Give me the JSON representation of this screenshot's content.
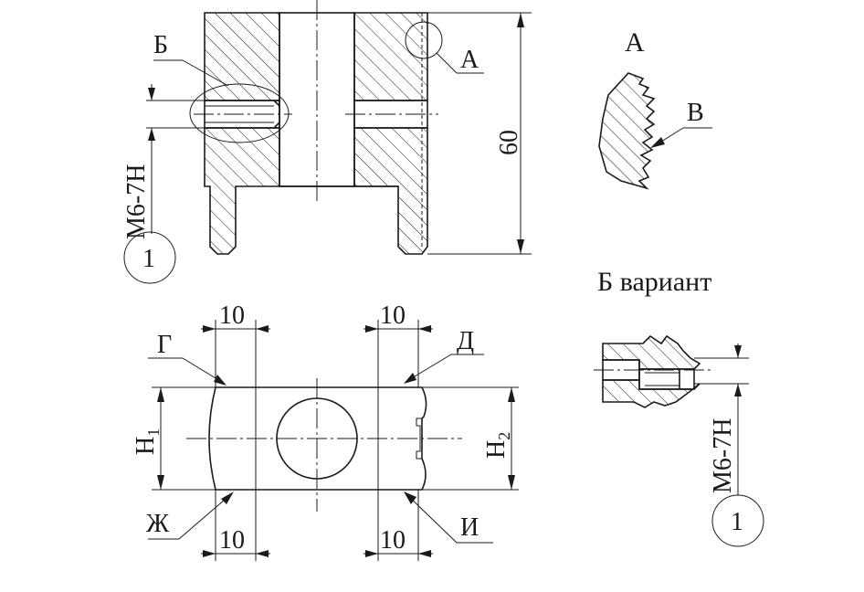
{
  "top_view": {
    "label_b": "Б",
    "label_a": "А",
    "dim_height": "60",
    "thread_spec": "М6-7Н",
    "note_number": "1"
  },
  "detail_a": {
    "title": "А",
    "label_v": "В"
  },
  "bottom_view": {
    "dim_top_left": "10",
    "dim_top_right": "10",
    "dim_bottom_left": "10",
    "dim_bottom_right": "10",
    "label_g": "Г",
    "label_d": "Д",
    "label_zh": "Ж",
    "label_i": "И",
    "h1_main": "H",
    "h1_sub": "1",
    "h2_main": "H",
    "h2_sub": "2"
  },
  "variant_b": {
    "title": "Б вариант",
    "thread_spec": "М6-7Н",
    "note_number": "1"
  }
}
